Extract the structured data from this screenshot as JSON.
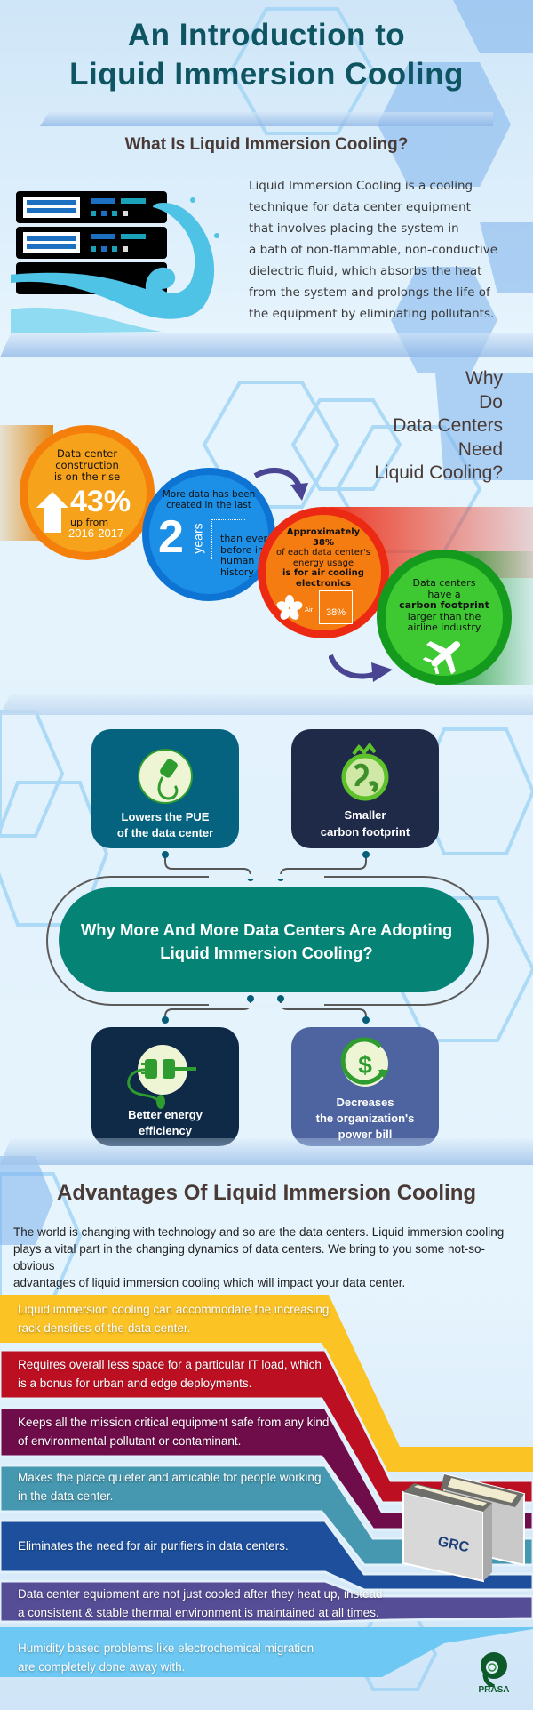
{
  "header": {
    "title_line1": "An Introduction to",
    "title_line2": "Liquid Immersion Cooling"
  },
  "what_is": {
    "heading": "What Is Liquid Immersion Cooling?",
    "lines": [
      "Liquid Immersion Cooling is a cooling",
      "technique for data center equipment",
      "that involves placing the system in",
      "a bath of non-flammable, non-conductive",
      "dielectric fluid, which absorbs the heat",
      "from the system and prolongs the life of",
      "the equipment by eliminating pollutants."
    ],
    "illustration": "server-rack-with-water-wave-icon"
  },
  "why_need": {
    "heading_lines": [
      "Why",
      "Do",
      "Data Centers",
      "Need",
      "Liquid Cooling?"
    ],
    "stats": [
      {
        "color": "#f7a21b",
        "ring_color": "#f57f0b",
        "text_top": [
          "Data center",
          "construction",
          "is on the rise"
        ],
        "value": "43%",
        "sub1": "up from",
        "sub2": "2016-2017",
        "icon": "up-arrow-icon"
      },
      {
        "color": "#1c8fe6",
        "ring_color": "#0e74d4",
        "text_top": [
          "More data has been",
          "created in the last"
        ],
        "value": "2",
        "unit": "years",
        "text_side": [
          "than ever",
          "before in",
          "human",
          "history"
        ]
      },
      {
        "color": "#f57c10",
        "ring_color": "#ec2a14",
        "text_lines": [
          "Approximately",
          "38%",
          "of each data center's",
          "energy usage",
          "is for air cooling",
          "electronics"
        ],
        "air_label": "Air",
        "badge_value": "38%",
        "icon": "fan-icon"
      },
      {
        "color": "#3ec932",
        "ring_color": "#149a1c",
        "text_lines": [
          "Data centers",
          "have a",
          "carbon footprint",
          "larger than the",
          "airline industry"
        ],
        "icon": "airplane-icon"
      }
    ]
  },
  "adopting": {
    "center_title_line1": "Why More And More Data Centers Are Adopting",
    "center_title_line2": "Liquid Immersion Cooling?",
    "cards": [
      {
        "label1": "Lowers the PUE",
        "label2": "of the data center",
        "color": "#05637f",
        "icon": "plug-icon"
      },
      {
        "label1": "Smaller",
        "label2": "carbon footprint",
        "color": "#1e2a47",
        "icon": "globe-icon"
      },
      {
        "label1": "Better energy",
        "label2": "efficiency",
        "color": "#0f2a47",
        "icon": "plug-socket-icon"
      },
      {
        "label1": "Decreases",
        "label2": "the organization's",
        "label3": "power bill",
        "color": "#4d64a0",
        "icon": "dollar-icon"
      }
    ]
  },
  "advantages": {
    "heading": "Advantages Of Liquid Immersion Cooling",
    "intro_lines": [
      "The world is changing with technology and so are the data centers. Liquid immersion cooling",
      "plays a vital part in the changing dynamics of data centers. We bring to you some not-so-obvious",
      "advantages of liquid immersion cooling which will impact your data center."
    ],
    "items": [
      {
        "line1": "Liquid immersion cooling can accommodate the increasing",
        "line2": "rack densities of the data center.",
        "color": "#fcc324"
      },
      {
        "line1": "Requires overall less space for a particular IT load, which",
        "line2": "is a bonus for urban and edge deployments.",
        "color": "#bd0f22"
      },
      {
        "line1": "Keeps all the mission critical equipment safe from any kind",
        "line2": "of environmental pollutant or contaminant.",
        "color": "#6f0c4a"
      },
      {
        "line1": "Makes the place quieter and amicable for people working",
        "line2": "in the data center.",
        "color": "#4698b0"
      },
      {
        "line1": "Eliminates the need for air purifiers in data centers.",
        "line2": "",
        "color": "#1d4f9d"
      },
      {
        "line1": "Data center equipment are not just cooled after they heat up, instead",
        "line2": "a consistent & stable thermal environment is maintained at all times.",
        "color": "#554d95"
      },
      {
        "line1": "Humidity based problems like electrochemical migration",
        "line2": "are completely done away with.",
        "color": "#6dc9f3"
      }
    ],
    "product_label": "GRC"
  },
  "footer": {
    "logo_text": "PRASA"
  }
}
